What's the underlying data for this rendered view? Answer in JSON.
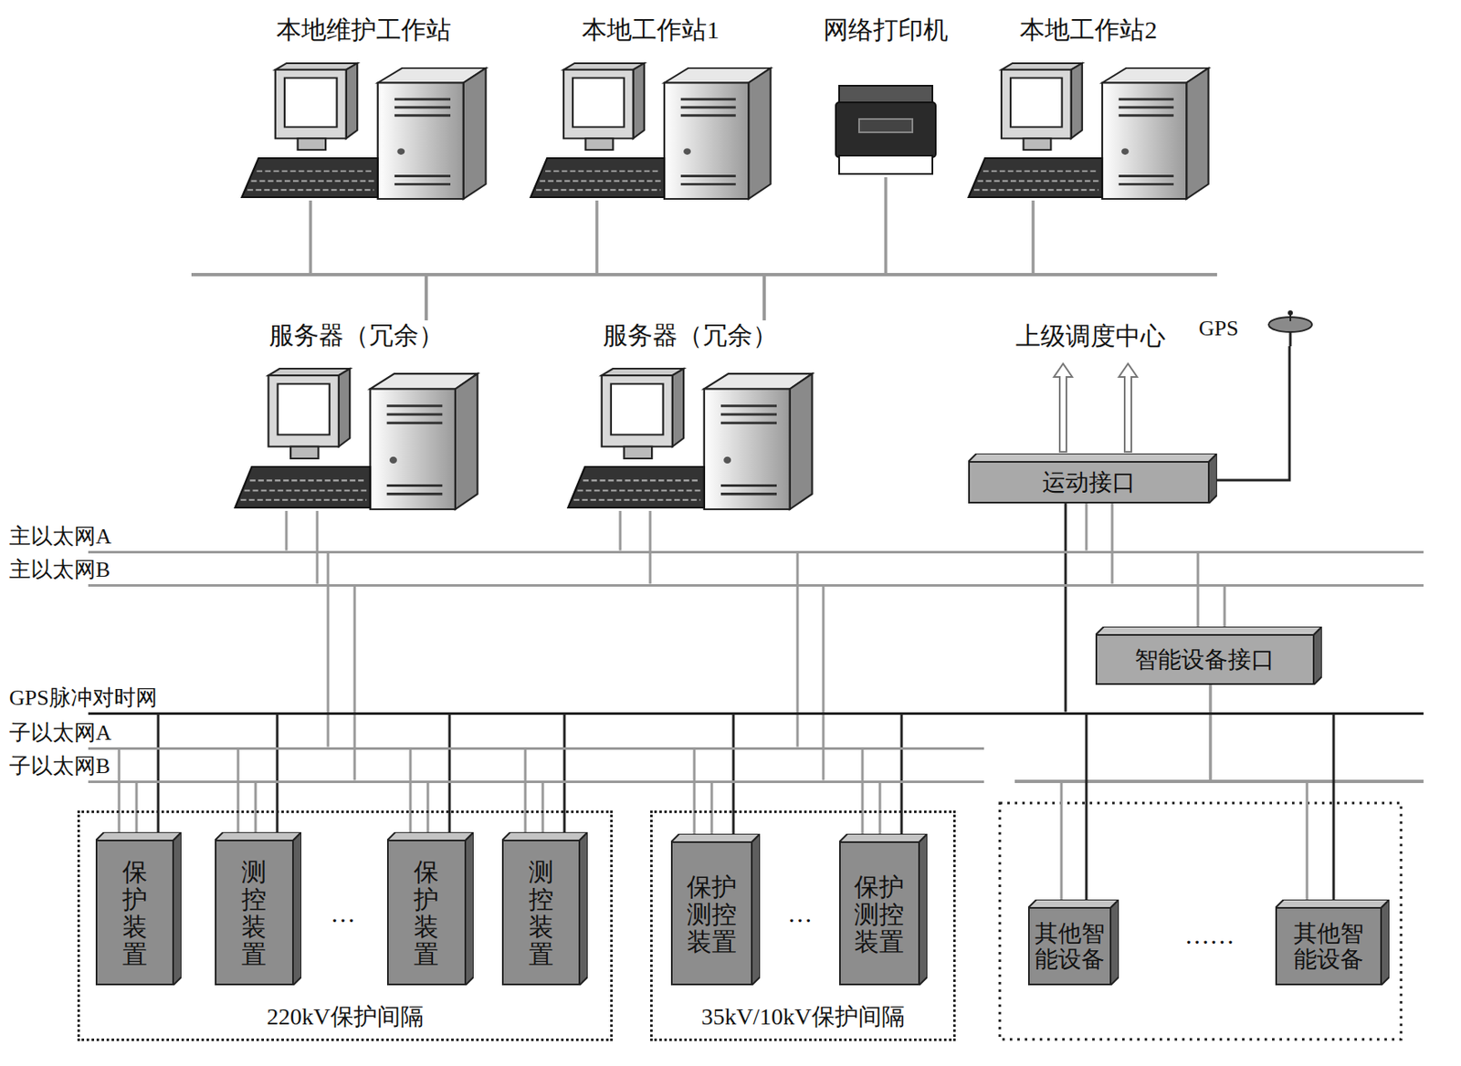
{
  "diagram": {
    "nodes": [
      {
        "text": [
          "本地维护工作站"
        ]
      },
      {
        "text": [
          "本地工作站1"
        ]
      },
      {
        "text": [
          "网络打印机"
        ]
      },
      {
        "text": [
          "本地工作站2"
        ]
      },
      {
        "text": [
          "服务器（冗余）"
        ]
      },
      {
        "text": [
          "服务器（冗余）"
        ]
      },
      {
        "text": [
          "GPS"
        ]
      },
      {
        "text": [
          "运动接口"
        ]
      },
      {
        "text": [
          "主以太网A"
        ]
      },
      {
        "text": [
          "主以太网B"
        ]
      },
      {
        "text": [
          "智能设备接口"
        ]
      },
      {
        "text": [
          "GPS脉冲对时网"
        ]
      },
      {
        "text": [
          "子以太网A"
        ]
      },
      {
        "text": [
          "子以太网B"
        ]
      },
      {
        "text": [
          "220kV保护间隔"
        ]
      },
      {
        "text": [
          "保护装置"
        ],
        "in": 14
      },
      {
        "text": [
          "测控装置"
        ],
        "in": 14
      },
      {
        "text": [
          "保护装置"
        ],
        "in": 14
      },
      {
        "text": [
          "测控装置"
        ],
        "in": 14
      },
      {
        "text": [
          "35kV/10kV保护间隔"
        ]
      },
      {
        "text": [
          "保护测控装置"
        ],
        "in": 19
      },
      {
        "text": [
          "保护测控装置"
        ],
        "in": 19
      },
      {
        "text": [
          "其他智能设备"
        ]
      },
      {
        "text": [
          "其他智能设备"
        ]
      }
    ],
    "edges": [
      {
        "from": 0,
        "to": 4,
        "arrow": "none"
      },
      {
        "from": 0,
        "to": 5,
        "arrow": "none"
      },
      {
        "from": 1,
        "to": 4,
        "arrow": "none"
      },
      {
        "from": 1,
        "to": 5,
        "arrow": "none"
      },
      {
        "from": 2,
        "to": 4,
        "arrow": "none"
      },
      {
        "from": 2,
        "to": 5,
        "arrow": "none"
      },
      {
        "from": 3,
        "to": 4,
        "arrow": "none"
      },
      {
        "from": 3,
        "to": 5,
        "arrow": "none"
      },
      {
        "from": 4,
        "to": 8,
        "arrow": "none"
      },
      {
        "from": 4,
        "to": 9,
        "arrow": "none"
      },
      {
        "from": 5,
        "to": 8,
        "arrow": "none"
      },
      {
        "from": 5,
        "to": 9,
        "arrow": "none"
      },
      {
        "from": 6,
        "to": 7,
        "arrow": "none"
      },
      {
        "from": 7,
        "to": 8,
        "arrow": "none"
      },
      {
        "from": 7,
        "to": 9,
        "arrow": "none"
      },
      {
        "from": 7,
        "to": 11,
        "arrow": "none"
      },
      {
        "from": 10,
        "to": 8,
        "arrow": "none"
      },
      {
        "from": 10,
        "to": 9,
        "arrow": "none"
      },
      {
        "from": 8,
        "to": 12,
        "arrow": "none"
      },
      {
        "from": 9,
        "to": 13,
        "arrow": "none"
      },
      {
        "from": 8,
        "to": 12,
        "arrow": "none"
      },
      {
        "from": 9,
        "to": 13,
        "arrow": "none"
      },
      {
        "from": 15,
        "to": 12,
        "arrow": "none"
      },
      {
        "from": 15,
        "to": 13,
        "arrow": "none"
      },
      {
        "from": 15,
        "to": 11,
        "arrow": "none"
      },
      {
        "from": 16,
        "to": 12,
        "arrow": "none"
      },
      {
        "from": 16,
        "to": 13,
        "arrow": "none"
      },
      {
        "from": 16,
        "to": 11,
        "arrow": "none"
      },
      {
        "from": 17,
        "to": 12,
        "arrow": "none"
      },
      {
        "from": 17,
        "to": 13,
        "arrow": "none"
      },
      {
        "from": 17,
        "to": 11,
        "arrow": "none"
      },
      {
        "from": 18,
        "to": 12,
        "arrow": "none"
      },
      {
        "from": 18,
        "to": 13,
        "arrow": "none"
      },
      {
        "from": 18,
        "to": 11,
        "arrow": "none"
      },
      {
        "from": 20,
        "to": 12,
        "arrow": "none"
      },
      {
        "from": 20,
        "to": 13,
        "arrow": "none"
      },
      {
        "from": 20,
        "to": 11,
        "arrow": "none"
      },
      {
        "from": 21,
        "to": 12,
        "arrow": "none"
      },
      {
        "from": 21,
        "to": 13,
        "arrow": "none"
      },
      {
        "from": 21,
        "to": 11,
        "arrow": "none"
      },
      {
        "from": 22,
        "to": 10,
        "arrow": "none"
      },
      {
        "from": 22,
        "to": 11,
        "arrow": "none"
      },
      {
        "from": 23,
        "to": 10,
        "arrow": "none"
      },
      {
        "from": 23,
        "to": 11,
        "arrow": "none"
      }
    ],
    "labels": [
      "上级调度中心",
      "…",
      "…",
      "……"
    ]
  }
}
